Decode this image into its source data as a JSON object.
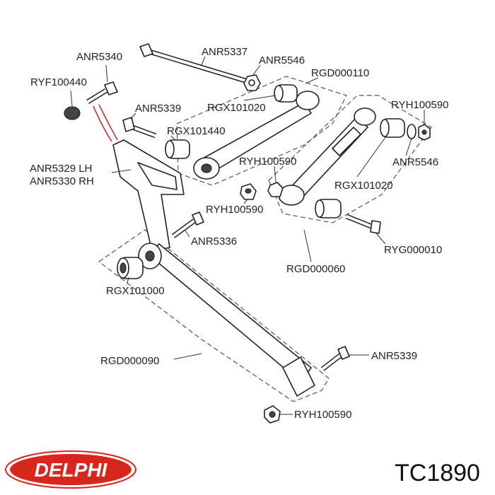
{
  "labels": {
    "anr5340": "ANR5340",
    "anr5337": "ANR5337",
    "anr5546_top": "ANR5546",
    "ryf100440": "RYF100440",
    "rgd000110": "RGD000110",
    "anr5339_top": "ANR5339",
    "rgx101020_top": "RGX101020",
    "ryh100590_right": "RYH100590",
    "rgx101440": "RGX101440",
    "anr5329": "ANR5329 LH",
    "anr5330": "ANR5330 RH",
    "ryh100590_mid": "RYH100590",
    "anr5546_right": "ANR5546",
    "rgx101020_mid": "RGX101020",
    "ryh100590_low": "RYH100590",
    "anr5336": "ANR5336",
    "ryg000010": "RYG000010",
    "rgd000060": "RGD000060",
    "rgx101000": "RGX101000",
    "rgd000090": "RGD000090",
    "anr5339_bottom": "ANR5339",
    "ryh100590_bottom": "RYH100590"
  },
  "brand": {
    "logo_text": "DELPHI",
    "logo_color": "#d9261c",
    "part_code": "TC1890"
  }
}
